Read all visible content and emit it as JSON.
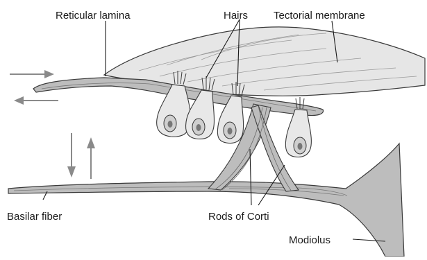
{
  "labels": {
    "reticular_lamina": "Reticular lamina",
    "hairs": "Hairs",
    "tectorial_membrane": "Tectorial membrane",
    "basilar_fiber": "Basilar fiber",
    "rods_of_corti": "Rods of Corti",
    "modiolus": "Modiolus"
  },
  "colors": {
    "tissue_fill": "#bdbdbd",
    "tectorial_fill": "#e6e6e6",
    "stroke": "#3a3a3a",
    "arrow": "#8a8a8a",
    "leader": "#1a1a1a"
  },
  "icons": {
    "horizontal_arrows": "left-right-arrows",
    "vertical_arrows": "up-down-arrows"
  }
}
